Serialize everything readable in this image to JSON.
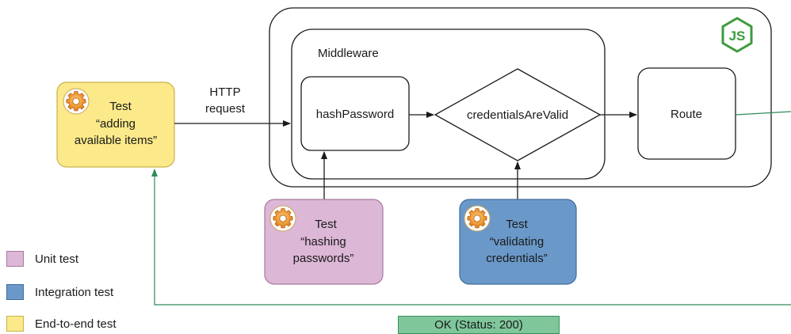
{
  "legend": {
    "unit_test": {
      "label": "Unit test",
      "color": "#dcb7d6"
    },
    "integration_test": {
      "label": "Integration test",
      "color": "#6a99c9"
    },
    "e2e_test": {
      "label": "End-to-end test",
      "color": "#fbe98a"
    }
  },
  "e2e": {
    "line1": "Test",
    "line2": "“adding",
    "line3": "available items”"
  },
  "request": {
    "line1": "HTTP",
    "line2": "request"
  },
  "server": {
    "logo_text": "JS"
  },
  "middleware": {
    "title": "Middleware",
    "hash_password": "hashPassword",
    "credentials": "credentialsAreValid"
  },
  "route": {
    "label": "Route"
  },
  "unit": {
    "line1": "Test",
    "line2": "“hashing",
    "line3": "passwords”"
  },
  "integration": {
    "line1": "Test",
    "line2": "“validating",
    "line3": "credentials”"
  },
  "response": {
    "status": "OK (Status: 200)"
  },
  "icons": {
    "test_icon": "gear-icon",
    "node_logo": "nodejs-hexagon-icon"
  }
}
